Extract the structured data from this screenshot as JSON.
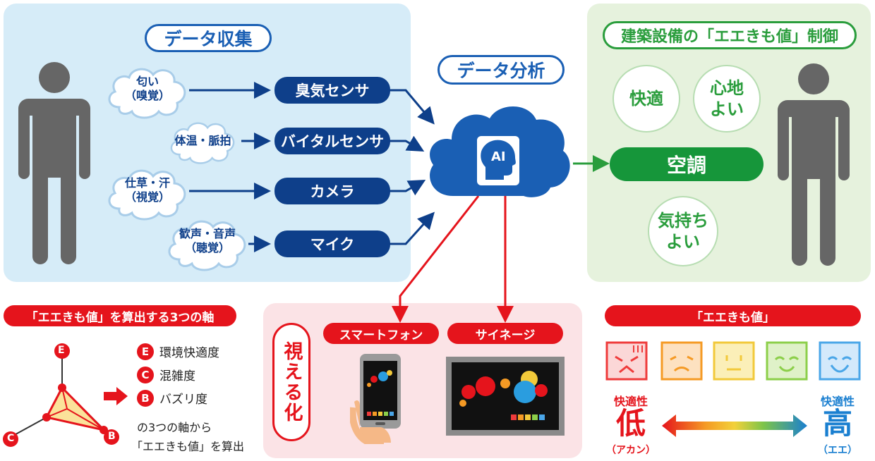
{
  "collect": {
    "title": "データ収集",
    "clouds": [
      {
        "line1": "匂い",
        "line2": "（嗅覚）"
      },
      {
        "line1": "体温・脈拍",
        "line2": ""
      },
      {
        "line1": "仕草・汗",
        "line2": "（視覚）"
      },
      {
        "line1": "歓声・音声",
        "line2": "（聴覚）"
      }
    ],
    "sensors": [
      "臭気センサ",
      "バイタルセンサ",
      "カメラ",
      "マイク"
    ]
  },
  "analysis": {
    "title": "データ分析",
    "ai_label": "AI"
  },
  "control": {
    "title": "建築設備の「エエきも値」制御",
    "center": "空調",
    "circles": [
      "快適",
      "心地\nよい",
      "気持ち\nよい"
    ]
  },
  "axis": {
    "title": "「エエきも値」を算出する3つの軸",
    "items": [
      {
        "badge": "E",
        "label": "環境快適度"
      },
      {
        "badge": "C",
        "label": "混雑度"
      },
      {
        "badge": "B",
        "label": "バズリ度"
      }
    ],
    "note_line1": "の3つの軸から",
    "note_line2": "「エエきも値」を算出",
    "vertex_labels": [
      "E",
      "C",
      "B"
    ]
  },
  "visual": {
    "title": "視える化",
    "devices": [
      "スマートフォン",
      "サイネージ"
    ]
  },
  "scale": {
    "title": "「エエきも値」",
    "low_caption": "快適性",
    "low_value": "低",
    "low_sub": "（アカン）",
    "high_caption": "快適性",
    "high_value": "高",
    "high_sub": "（エエ）",
    "face_colors": [
      "#ef3b3b",
      "#f59a24",
      "#f2c93a",
      "#8ccf4a",
      "#4aa6e8"
    ]
  },
  "colors": {
    "blue_panel": "#d6ecf8",
    "green_panel": "#e6f2dd",
    "pink_panel": "#fbe3e6",
    "navy": "#0e3f8a",
    "red": "#e5141c",
    "green": "#2a9d3c"
  }
}
